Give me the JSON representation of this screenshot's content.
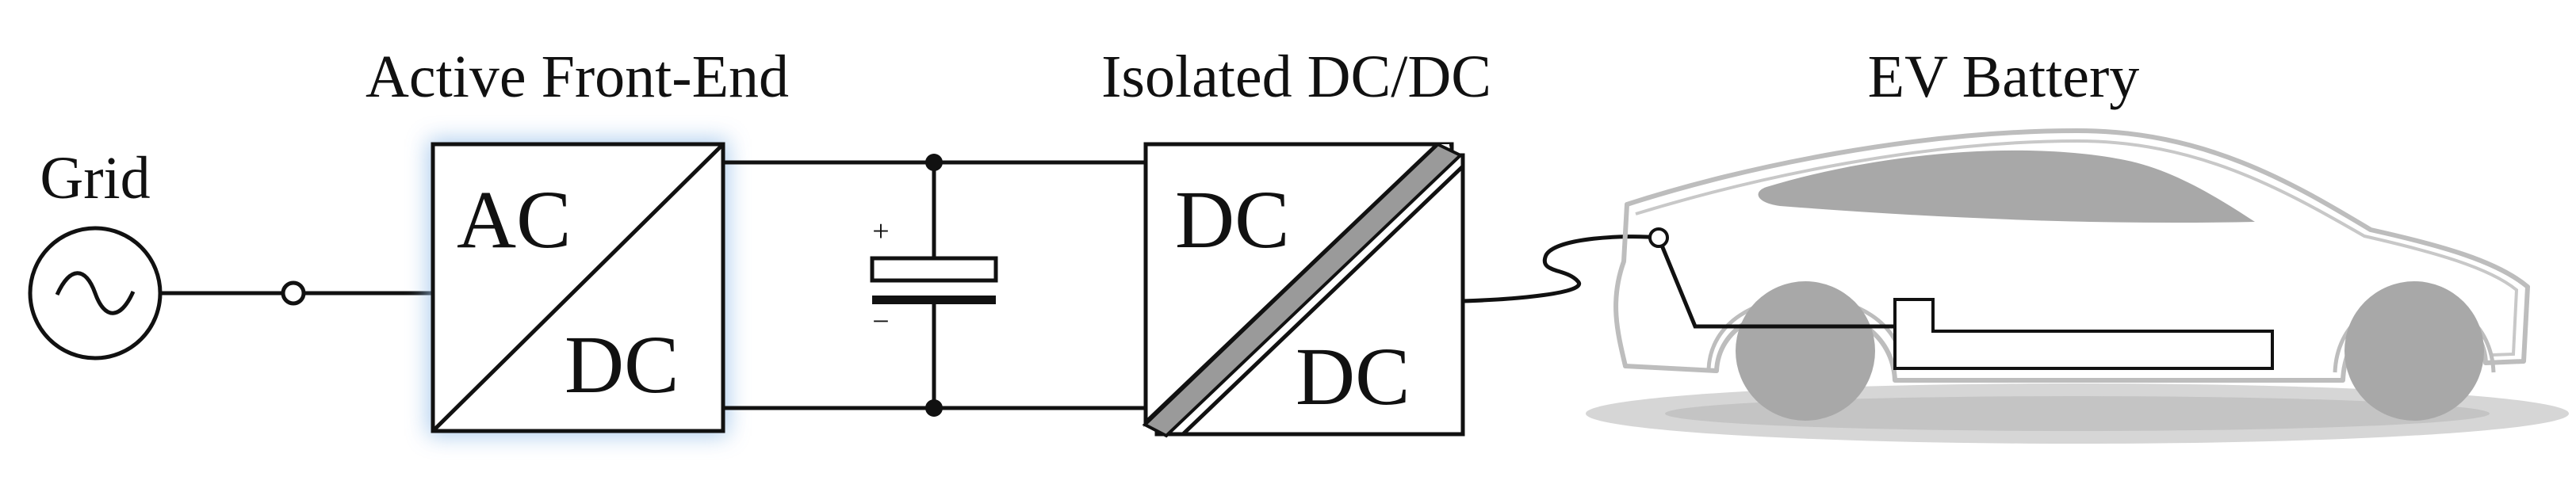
{
  "diagram": {
    "labels": {
      "grid": "Grid",
      "afe_title": "Active Front-End",
      "dcdc_title": "Isolated DC/DC",
      "ev_title": "EV Battery"
    },
    "afe_block": {
      "input": "AC",
      "output": "DC"
    },
    "dcdc_block": {
      "input": "DC",
      "output": "DC"
    },
    "capacitor": {
      "plus": "+",
      "minus": "−"
    },
    "colors": {
      "line": "#111111",
      "afe_glow": "#9ec3ea",
      "car_body": "#bdbdbd",
      "car_fill": "#a8a8a8",
      "shadow": "#d6d6d6"
    }
  }
}
